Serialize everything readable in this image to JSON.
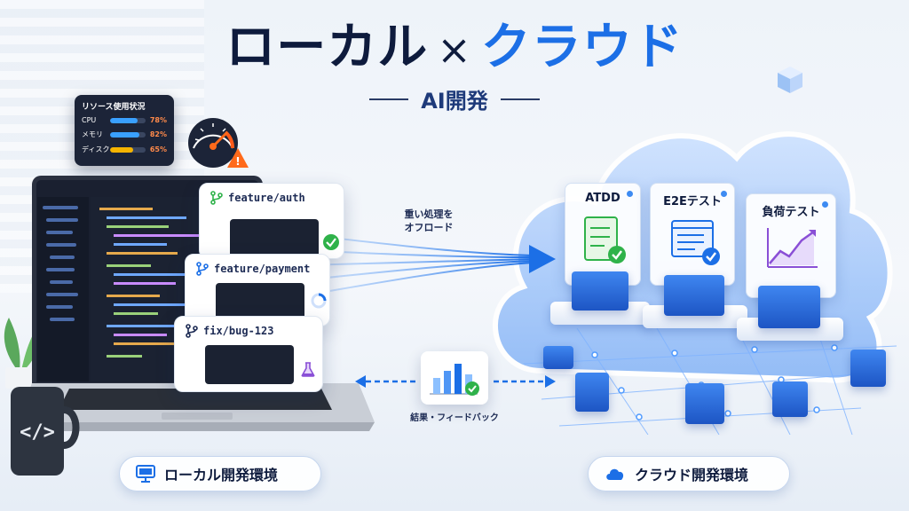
{
  "title": {
    "local": "ローカル",
    "x": "×",
    "cloud": "クラウド",
    "subtitle": "AI開発"
  },
  "resources": {
    "title": "リソース使用状況",
    "items": [
      {
        "label": "CPU",
        "percent": 78,
        "display": "78%",
        "color": "#39a0ff"
      },
      {
        "label": "メモリ",
        "percent": 82,
        "display": "82%",
        "color": "#39a0ff"
      },
      {
        "label": "ディスク",
        "percent": 65,
        "display": "65%",
        "color": "#f5b400"
      }
    ]
  },
  "branches": [
    {
      "name": "feature/auth",
      "status": "check"
    },
    {
      "name": "feature/payment",
      "status": "loading"
    },
    {
      "name": "fix/bug-123",
      "status": "flask"
    }
  ],
  "offload": {
    "line1": "重い処理を",
    "line2": "オフロード"
  },
  "tests": [
    {
      "label": "ATDD",
      "icon": "checklist-icon"
    },
    {
      "label": "E2Eテスト",
      "icon": "browser-check-icon"
    },
    {
      "label": "負荷テスト",
      "icon": "chart-up-icon"
    }
  ],
  "feedback": {
    "label": "結果・フィードバック"
  },
  "pills": {
    "local": "ローカル開発環境",
    "cloud": "クラウド開発環境"
  },
  "colors": {
    "navy": "#0e1b3d",
    "blue": "#1c6fe6",
    "green": "#2fb24a",
    "orange": "#ff6a1a",
    "purple": "#8a4fd6"
  }
}
